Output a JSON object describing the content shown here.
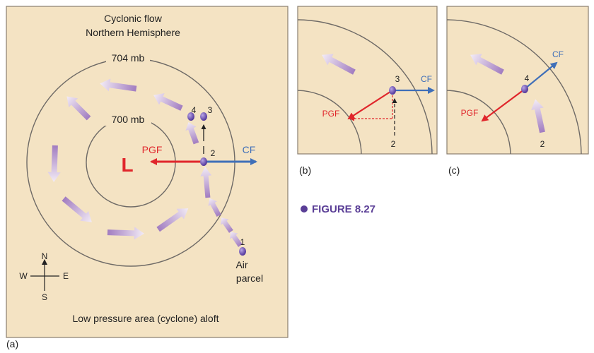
{
  "panel_a": {
    "title_line1": "Cyclonic flow",
    "title_line2": "Northern Hemisphere",
    "isobar_outer": "704 mb",
    "isobar_inner": "700 mb",
    "low_symbol": "L",
    "pgf": "PGF",
    "cf": "CF",
    "pt1": "1",
    "pt2": "2",
    "pt3": "3",
    "pt4": "4",
    "air_line1": "Air",
    "air_line2": "parcel",
    "compass_n": "N",
    "compass_s": "S",
    "compass_e": "E",
    "compass_w": "W",
    "caption": "Low pressure area (cyclone) aloft",
    "panel_label": "(a)"
  },
  "panel_b": {
    "pt3": "3",
    "pt2": "2",
    "cf": "CF",
    "pgf": "PGF",
    "panel_label": "(b)"
  },
  "panel_c": {
    "pt4": "4",
    "pt2": "2",
    "cf": "CF",
    "pgf": "PGF",
    "panel_label": "(c)"
  },
  "figure_label": "FIGURE 8.27",
  "colors": {
    "panel_bg": "#f4e3c3",
    "pgf_red": "#e0262b",
    "cf_blue": "#3f6fb8",
    "parcel": "#6a4fb0",
    "figure_purple": "#5a3e96"
  }
}
